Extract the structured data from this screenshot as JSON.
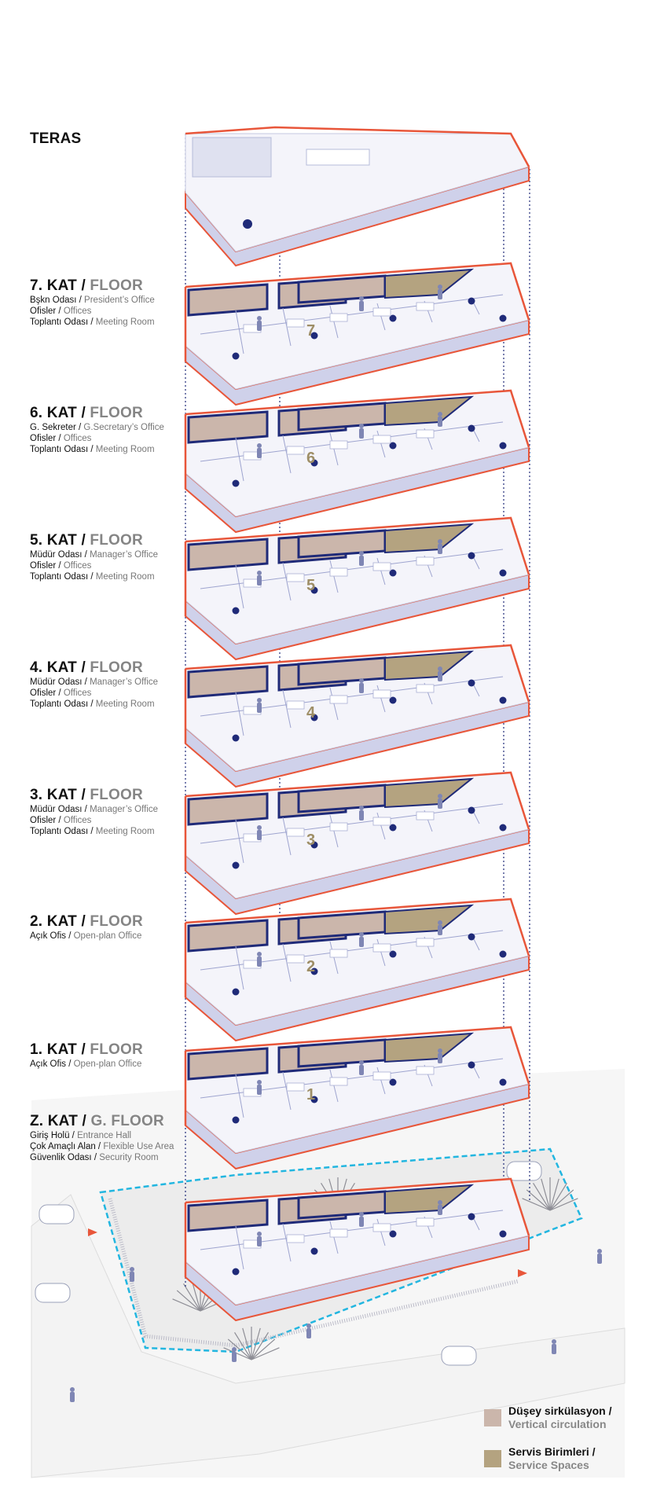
{
  "colors": {
    "outline": "#e8563a",
    "core": "#1f2a78",
    "vertical_circulation": "#cbb6ab",
    "service_spaces": "#b4a380",
    "floor": "#f4f4fa",
    "wall": "#cfd1ea",
    "site_boundary": "#22b6e0",
    "ground": "#ececec",
    "road": "#f3f3f3"
  },
  "terrace": {
    "title": "TERAS"
  },
  "floors": [
    {
      "number": "7",
      "title_tr": "7. KAT",
      "title_en": "FLOOR",
      "lines": [
        {
          "tr": "Bşkn Odası",
          "en": "President’s Office"
        },
        {
          "tr": "Ofisler",
          "en": "Offices"
        },
        {
          "tr": "Toplantı Odası",
          "en": "Meeting Room"
        }
      ]
    },
    {
      "number": "6",
      "title_tr": "6. KAT",
      "title_en": "FLOOR",
      "lines": [
        {
          "tr": "G. Sekreter",
          "en": "G.Secretary’s Office"
        },
        {
          "tr": "Ofisler",
          "en": "Offices"
        },
        {
          "tr": "Toplantı Odası",
          "en": "Meeting Room"
        }
      ]
    },
    {
      "number": "5",
      "title_tr": "5. KAT",
      "title_en": "FLOOR",
      "lines": [
        {
          "tr": "Müdür Odası",
          "en": "Manager’s Office"
        },
        {
          "tr": "Ofisler",
          "en": "Offices"
        },
        {
          "tr": "Toplantı Odası",
          "en": "Meeting Room"
        }
      ]
    },
    {
      "number": "4",
      "title_tr": "4. KAT",
      "title_en": "FLOOR",
      "lines": [
        {
          "tr": "Müdür Odası",
          "en": "Manager’s Office"
        },
        {
          "tr": "Ofisler",
          "en": "Offices"
        },
        {
          "tr": "Toplantı Odası",
          "en": "Meeting Room"
        }
      ]
    },
    {
      "number": "3",
      "title_tr": "3. KAT",
      "title_en": "FLOOR",
      "lines": [
        {
          "tr": "Müdür Odası",
          "en": "Manager’s Office"
        },
        {
          "tr": "Ofisler",
          "en": "Offices"
        },
        {
          "tr": "Toplantı Odası",
          "en": "Meeting Room"
        }
      ]
    },
    {
      "number": "2",
      "title_tr": "2. KAT",
      "title_en": "FLOOR",
      "lines": [
        {
          "tr": "Açık Ofis",
          "en": "Open-plan Office"
        }
      ]
    },
    {
      "number": "1",
      "title_tr": "1. KAT",
      "title_en": "FLOOR",
      "lines": [
        {
          "tr": "Açık Ofis",
          "en": "Open-plan Office"
        }
      ]
    }
  ],
  "ground_floor": {
    "title_tr": "Z. KAT",
    "title_en": "G. FLOOR",
    "lines": [
      {
        "tr": "Giriş Holü",
        "en": "Entrance Hall"
      },
      {
        "tr": "Çok Amaçlı Alan",
        "en": "Flexible Use Area"
      },
      {
        "tr": "Güvenlik Odası",
        "en": "Security Room"
      }
    ]
  },
  "legend": [
    {
      "tr": "Düşey sirkülasyon /",
      "en": "Vertical circulation",
      "color_key": "vertical_circulation"
    },
    {
      "tr": "Servis Birimleri /",
      "en": "Service Spaces",
      "color_key": "service_spaces"
    }
  ]
}
